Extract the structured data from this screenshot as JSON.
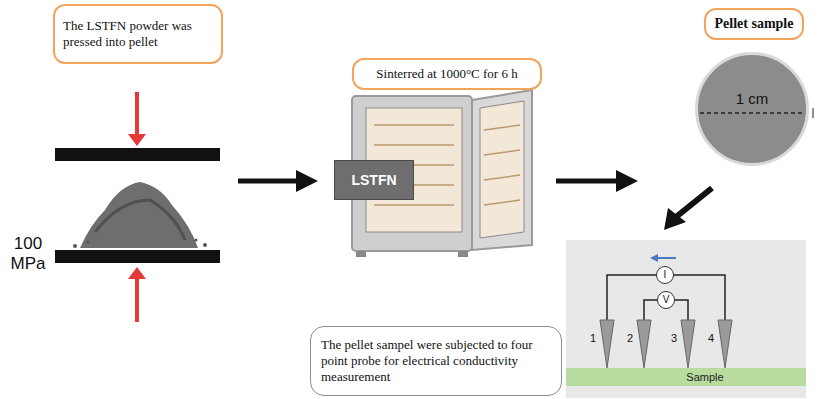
{
  "diagram": {
    "nodes": [
      {
        "text": [
          "The LSTFN powder was pressed into pellet"
        ]
      },
      {
        "text": [
          "Sinterred at 1000°C for 6 h"
        ]
      },
      {
        "text": [
          "LSTFN"
        ]
      },
      {
        "text": [
          "Pellet sample"
        ]
      },
      {
        "text": [
          "1 cm"
        ]
      },
      {
        "text": [
          "I"
        ]
      },
      {
        "text": [
          "V"
        ]
      },
      {
        "text": [
          "Sample"
        ]
      },
      {
        "text": [
          "The pellet sampel were subjected to four point probe for electrical conductivity measurement"
        ]
      }
    ],
    "labels": [
      "100 MPa",
      "1",
      "2",
      "3",
      "4"
    ]
  }
}
